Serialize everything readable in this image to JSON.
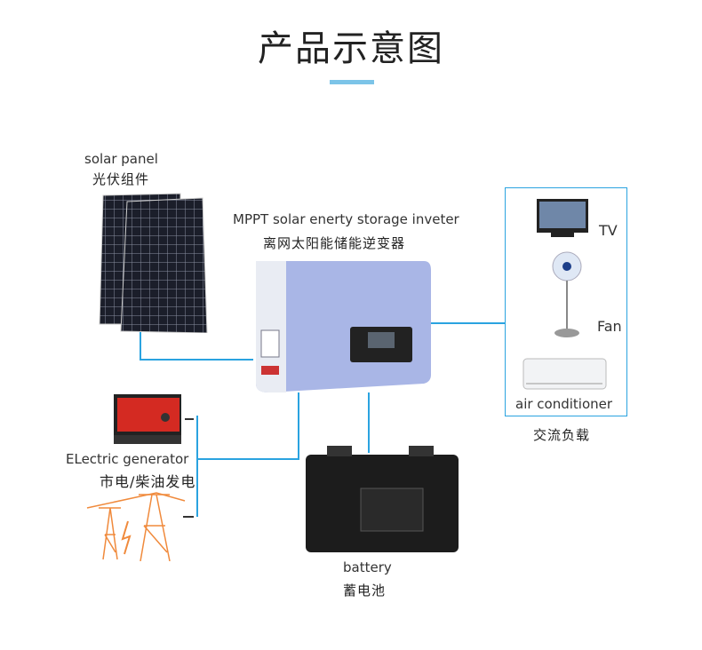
{
  "title": "产品示意图",
  "colors": {
    "accent_line": "#2aa3e0",
    "title_bar": "#7cc4e8",
    "inverter_body": "#a9b6e6",
    "generator_red": "#d42a22",
    "tower_orange": "#f08a3c"
  },
  "solar_panel": {
    "label_en": "solar panel",
    "label_cn": "光伏组件"
  },
  "inverter": {
    "label_en": "MPPT solar enerty storage inveter",
    "label_cn": "离网太阳能储能逆变器"
  },
  "generator": {
    "label_en": "ELectric generator",
    "label_cn": "市电/柴油发电"
  },
  "battery": {
    "label_en": "battery",
    "label_cn": "蓄电池"
  },
  "loads": {
    "label_cn": "交流负载",
    "items": [
      {
        "label": "TV"
      },
      {
        "label": "Fan"
      },
      {
        "label": "air conditioner"
      }
    ]
  }
}
